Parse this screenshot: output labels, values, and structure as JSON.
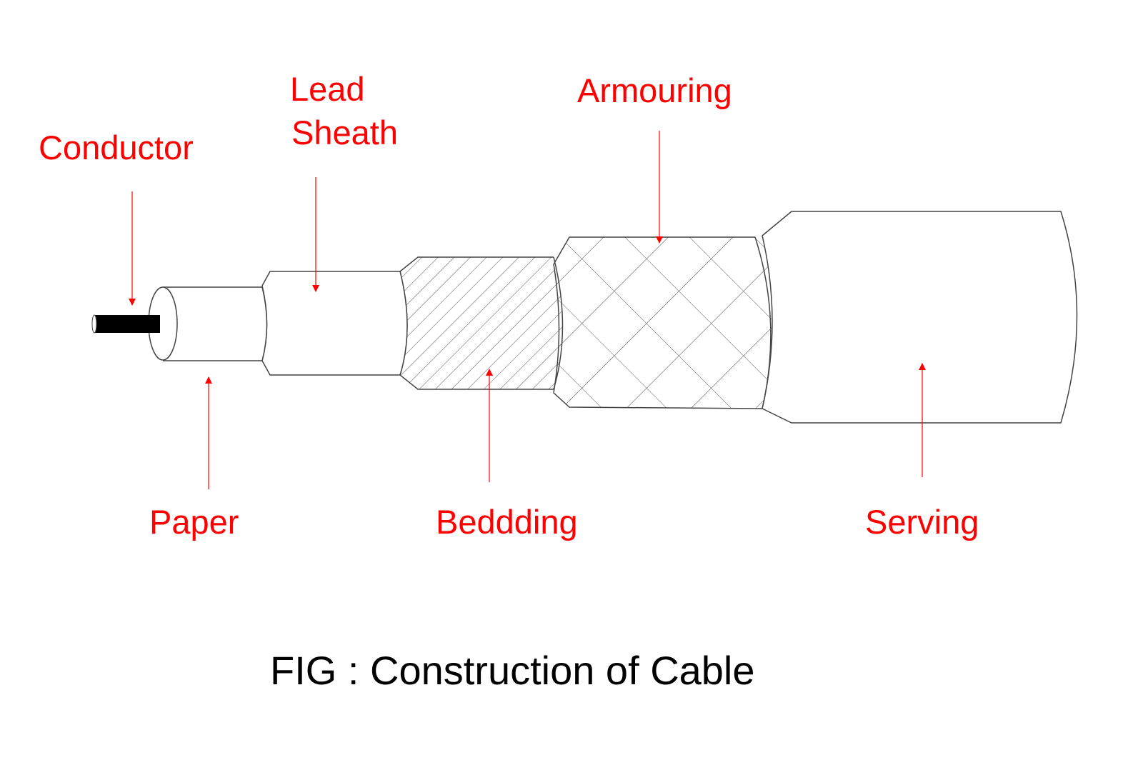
{
  "diagram": {
    "caption": "FIG : Construction of Cable",
    "labels": {
      "conductor": "Conductor",
      "lead_line1": "Lead",
      "lead_line2": "Sheath",
      "armouring": "Armouring",
      "paper": "Paper",
      "bedding": "Beddding",
      "serving": "Serving"
    },
    "colors": {
      "label": "#ff0000",
      "outline": "#444444",
      "conductor": "#000000",
      "caption": "#000000"
    }
  }
}
